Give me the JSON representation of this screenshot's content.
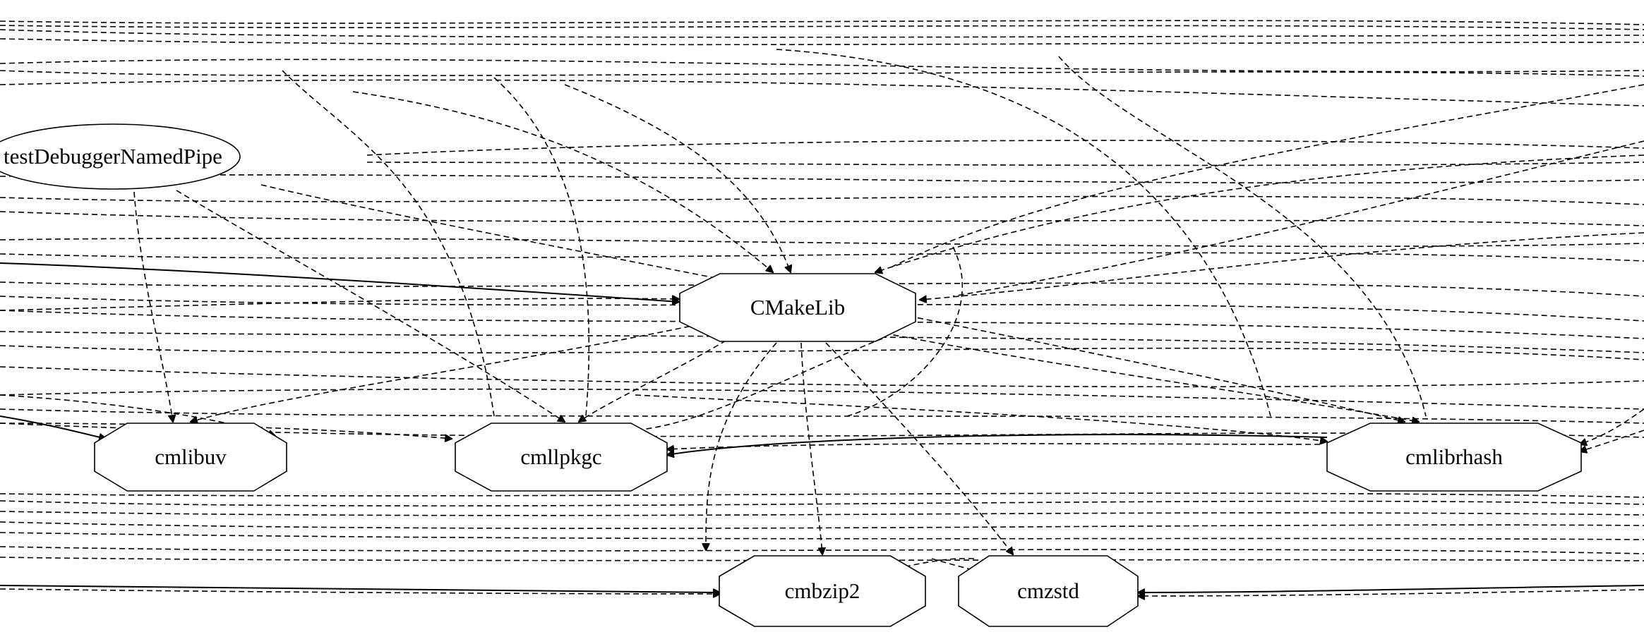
{
  "diagram": {
    "type": "dependency-graph",
    "nodes": [
      {
        "id": "n_pipe",
        "label": "testDebuggerNamedPipe",
        "shape": "ellipse"
      },
      {
        "id": "n_cmakelib",
        "label": "CMakeLib",
        "shape": "octagon"
      },
      {
        "id": "n_libuv",
        "label": "cmlibuv",
        "shape": "octagon"
      },
      {
        "id": "n_llpkgc",
        "label": "cmllpkgc",
        "shape": "octagon"
      },
      {
        "id": "n_librhash",
        "label": "cmlibrhash",
        "shape": "octagon"
      },
      {
        "id": "n_bzip2",
        "label": "cmbzip2",
        "shape": "octagon"
      },
      {
        "id": "n_zstd",
        "label": "cmzstd",
        "shape": "octagon"
      }
    ]
  }
}
